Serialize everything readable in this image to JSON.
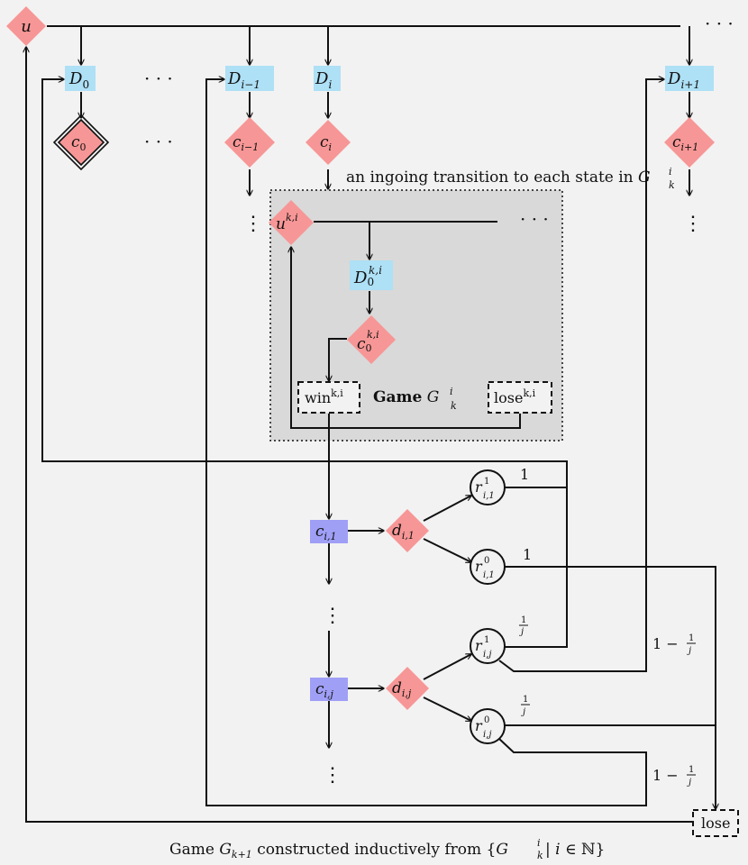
{
  "nodes": {
    "u": "u",
    "D0": "D",
    "D0_sub": "0",
    "Dim1": "D",
    "Dim1_sub": "i−1",
    "Di": "D",
    "Di_sub": "i",
    "Dip1": "D",
    "Dip1_sub": "i+1",
    "c0": "c",
    "c0_sub": "0",
    "cim1": "c",
    "cim1_sub": "i−1",
    "ci": "c",
    "ci_sub": "i",
    "cip1": "c",
    "cip1_sub": "i+1",
    "uki": "u",
    "uki_sup": "k,i",
    "D0ki": "D",
    "D0ki_sub": "0",
    "D0ki_sup": "k,i",
    "c0ki": "c",
    "c0ki_sub": "0",
    "c0ki_sup": "k,i",
    "win": "win",
    "win_sup": "k,i",
    "lose_inner": "lose",
    "lose_inner_sup": "k,i",
    "ci1": "c",
    "ci1_sub": "i,1",
    "di1": "d",
    "di1_sub": "i,1",
    "r1i1": "r",
    "r1i1_sup": "1",
    "r1i1_sub": "i,1",
    "r0i1": "r",
    "r0i1_sup": "0",
    "r0i1_sub": "i,1",
    "cij": "c",
    "cij_sub": "i,j",
    "dij": "d",
    "dij_sub": "i,j",
    "r1ij": "r",
    "r1ij_sup": "1",
    "r1ij_sub": "i,j",
    "r0ij": "r",
    "r0ij_sup": "0",
    "r0ij_sub": "i,j",
    "lose": "lose"
  },
  "game_label": {
    "bold": "Game",
    "G": "G",
    "sup": "i",
    "sub": "k"
  },
  "annotation": {
    "text": "an ingoing transition to each state in",
    "G": "G",
    "sup": "i",
    "sub": "k"
  },
  "edge_labels": {
    "one_a": "1",
    "one_b": "1",
    "one": "1",
    "j": "j",
    "one_minus": "1 −"
  },
  "ellipses": {
    "h": "· · ·",
    "v": "⋮"
  },
  "caption": {
    "prefix": "Game",
    "G": "G",
    "G_sub": "k+1",
    "middle": "constructed inductively from {",
    "G2": "G",
    "G2_sup": "i",
    "G2_sub": "k",
    "bar": " | ",
    "i": "i",
    "in": " ∈ ℕ}"
  }
}
